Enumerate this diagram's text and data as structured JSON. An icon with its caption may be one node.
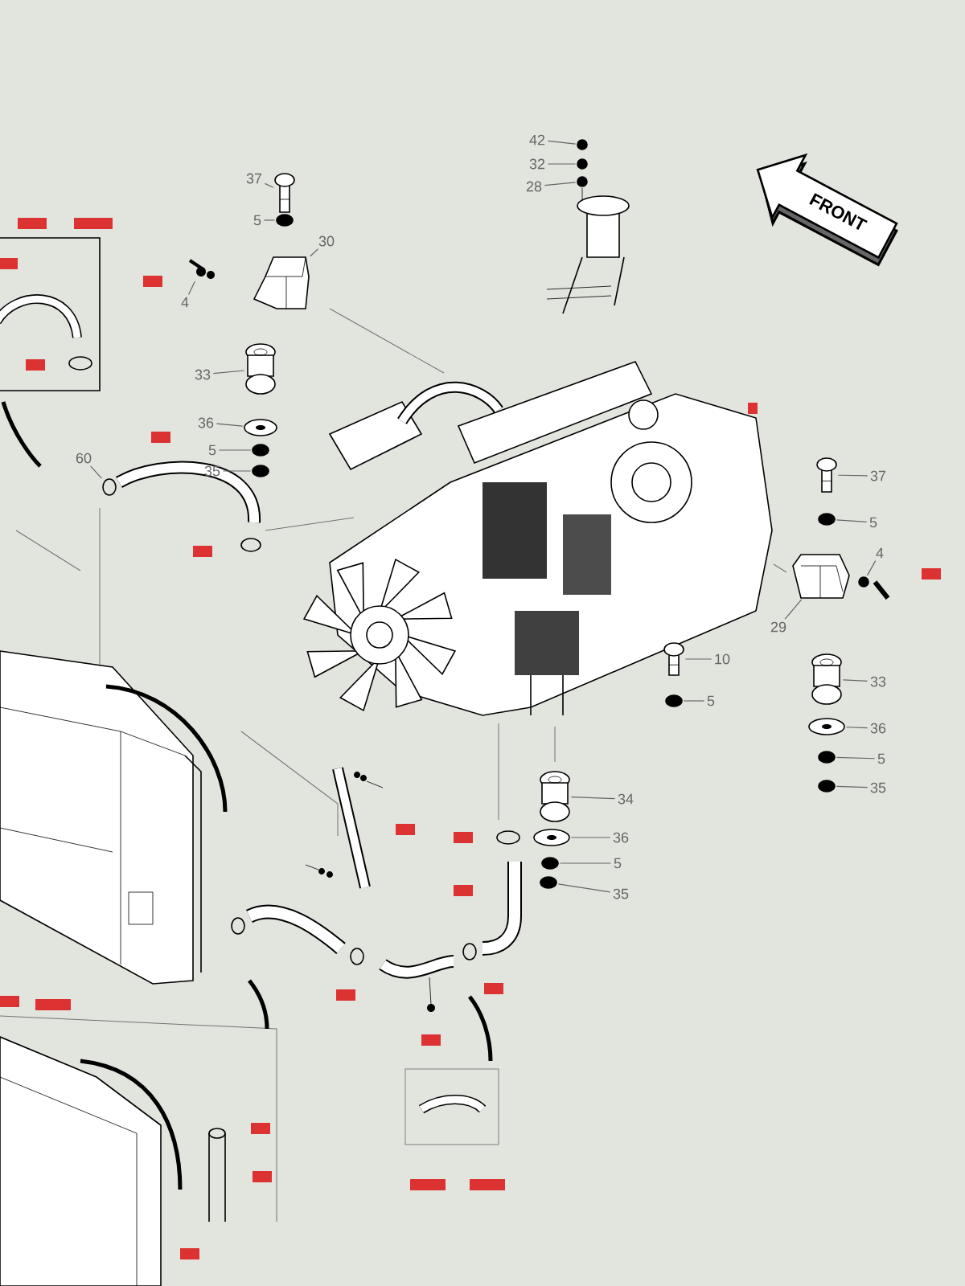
{
  "diagram": {
    "nodes": [
      {
        "text": [
          "FRONT"
        ]
      },
      {
        "text": [
          "37"
        ]
      },
      {
        "text": [
          "5"
        ]
      },
      {
        "text": [
          "30"
        ]
      },
      {
        "text": [
          "4"
        ]
      },
      {
        "text": [
          "33"
        ]
      },
      {
        "text": [
          "36"
        ]
      },
      {
        "text": [
          "5"
        ]
      },
      {
        "text": [
          "35"
        ]
      },
      {
        "text": [
          "60"
        ]
      },
      {
        "text": [
          "42"
        ]
      },
      {
        "text": [
          "32"
        ]
      },
      {
        "text": [
          "28"
        ]
      },
      {
        "text": [
          "37"
        ]
      },
      {
        "text": [
          "5"
        ]
      },
      {
        "text": [
          "4"
        ]
      },
      {
        "text": [
          "29"
        ]
      },
      {
        "text": [
          "33"
        ]
      },
      {
        "text": [
          "36"
        ]
      },
      {
        "text": [
          "5"
        ]
      },
      {
        "text": [
          "35"
        ]
      },
      {
        "text": [
          "10"
        ]
      },
      {
        "text": [
          "5"
        ]
      },
      {
        "text": [
          "34"
        ]
      },
      {
        "text": [
          "36"
        ]
      },
      {
        "text": [
          "5"
        ]
      },
      {
        "text": [
          "35"
        ]
      },
      {
        "text": [],
        "shape": "picture"
      },
      {
        "text": [],
        "shape": "circle"
      },
      {
        "text": [],
        "shape": "picture"
      },
      {
        "text": [],
        "shape": "picture"
      },
      {
        "text": [],
        "shape": "picture"
      },
      {
        "text": [],
        "shape": "picture"
      },
      {
        "text": [],
        "shape": "circle"
      },
      {
        "text": [],
        "shape": "circle"
      },
      {
        "text": [],
        "shape": "circle"
      },
      {
        "text": [],
        "shape": "circle"
      },
      {
        "text": [],
        "shape": "circle"
      },
      {
        "text": [],
        "shape": "circle"
      },
      {
        "text": [],
        "shape": "picture"
      },
      {
        "text": [],
        "shape": "circle"
      },
      {
        "text": [],
        "shape": "circle"
      },
      {
        "text": [],
        "shape": "picture"
      },
      {
        "text": [],
        "shape": "picture"
      },
      {
        "text": [],
        "shape": "picture"
      },
      {
        "text": [],
        "shape": "circle"
      },
      {
        "text": [],
        "shape": "circle"
      },
      {
        "text": [],
        "shape": "picture"
      },
      {
        "text": [],
        "shape": "circle"
      },
      {
        "text": [],
        "shape": "picture"
      },
      {
        "text": [],
        "shape": "picture"
      },
      {
        "text": [],
        "shape": "circle"
      },
      {
        "text": [],
        "shape": "circle"
      }
    ],
    "edges": [
      {
        "from": 1,
        "to": 27,
        "arrow": "none"
      },
      {
        "from": 2,
        "to": 28,
        "arrow": "none"
      },
      {
        "from": 3,
        "to": 29,
        "arrow": "none"
      },
      {
        "from": 4,
        "to": 30,
        "arrow": "none"
      },
      {
        "from": 5,
        "to": 31,
        "arrow": "none"
      },
      {
        "from": 6,
        "to": 32,
        "arrow": "none"
      },
      {
        "from": 7,
        "to": 33,
        "arrow": "none"
      },
      {
        "from": 8,
        "to": 34,
        "arrow": "none"
      },
      {
        "from": 9,
        "to": 35,
        "arrow": "none"
      },
      {
        "from": 10,
        "to": 36,
        "arrow": "none"
      },
      {
        "from": 11,
        "to": 37,
        "arrow": "none"
      },
      {
        "from": 12,
        "to": 38,
        "arrow": "none"
      },
      {
        "from": 13,
        "to": 39,
        "arrow": "none"
      },
      {
        "from": 14,
        "to": 40,
        "arrow": "none"
      },
      {
        "from": 15,
        "to": 41,
        "arrow": "none"
      },
      {
        "from": 16,
        "to": 42,
        "arrow": "none"
      },
      {
        "from": 17,
        "to": 43,
        "arrow": "none"
      },
      {
        "from": 18,
        "to": 44,
        "arrow": "none"
      },
      {
        "from": 19,
        "to": 45,
        "arrow": "none"
      },
      {
        "from": 20,
        "to": 46,
        "arrow": "none"
      },
      {
        "from": 21,
        "to": 47,
        "arrow": "none"
      },
      {
        "from": 22,
        "to": 48,
        "arrow": "none"
      },
      {
        "from": 23,
        "to": 49,
        "arrow": "none"
      },
      {
        "from": 24,
        "to": 50,
        "arrow": "none"
      },
      {
        "from": 25,
        "to": 51,
        "arrow": "none"
      },
      {
        "from": 26,
        "to": 52,
        "arrow": "none"
      }
    ]
  }
}
